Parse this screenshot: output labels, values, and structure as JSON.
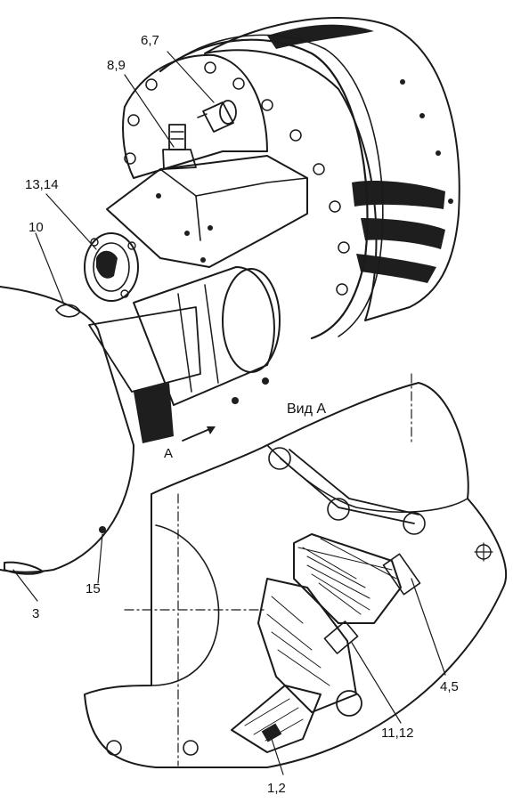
{
  "diagram": {
    "view_label": "Вид А",
    "arrow_label": "А",
    "callouts": {
      "c67": "6,7",
      "c89": "8,9",
      "c1314": "13,14",
      "c10": "10",
      "c15": "15",
      "c3": "3",
      "c45": "4,5",
      "c1112": "11,12",
      "c12": "1,2"
    }
  }
}
